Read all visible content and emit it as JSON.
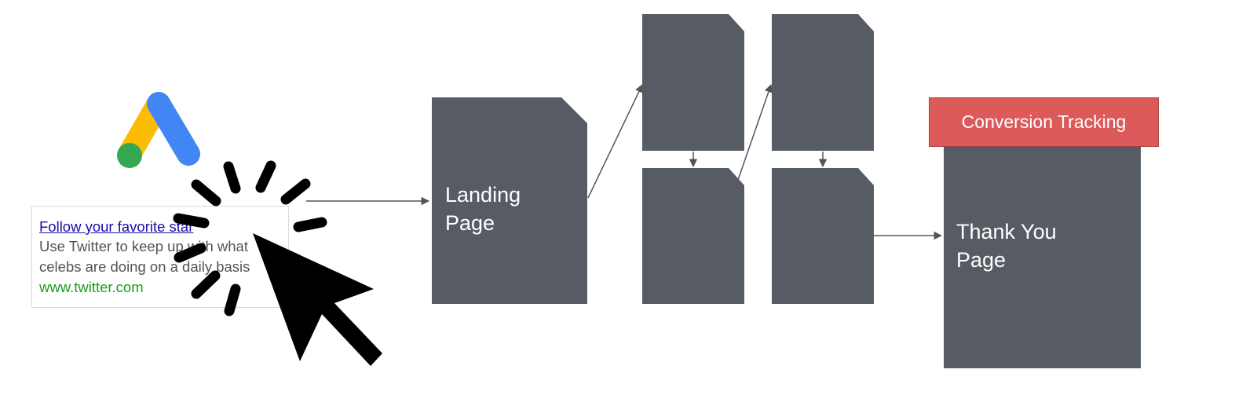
{
  "ad": {
    "title": "Follow your favorite star",
    "line1": "Use Twitter to keep up with what",
    "line2": "celebs are doing on a daily basis",
    "url": "www.twitter.com"
  },
  "pages": {
    "landing_label_1": "Landing",
    "landing_label_2": "Page",
    "thankyou_label_1": "Thank You",
    "thankyou_label_2": "Page"
  },
  "conversion": {
    "label": "Conversion Tracking"
  },
  "colors": {
    "page_fill": "#575c64",
    "banner_fill": "#dc5a5a",
    "arrow": "#555555",
    "logo_blue": "#4285f4",
    "logo_yellow": "#fbbc04",
    "logo_green": "#34a853"
  },
  "icons": [
    "google-ads-logo-icon",
    "click-burst-icon",
    "mouse-cursor-icon"
  ]
}
